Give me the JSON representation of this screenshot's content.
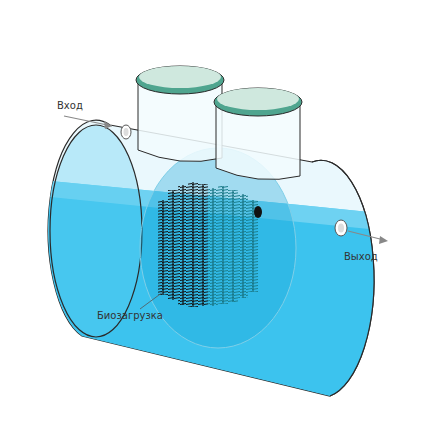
{
  "diagram": {
    "labels": [
      "Вход",
      "Выход",
      "Биозагрузка"
    ]
  }
}
